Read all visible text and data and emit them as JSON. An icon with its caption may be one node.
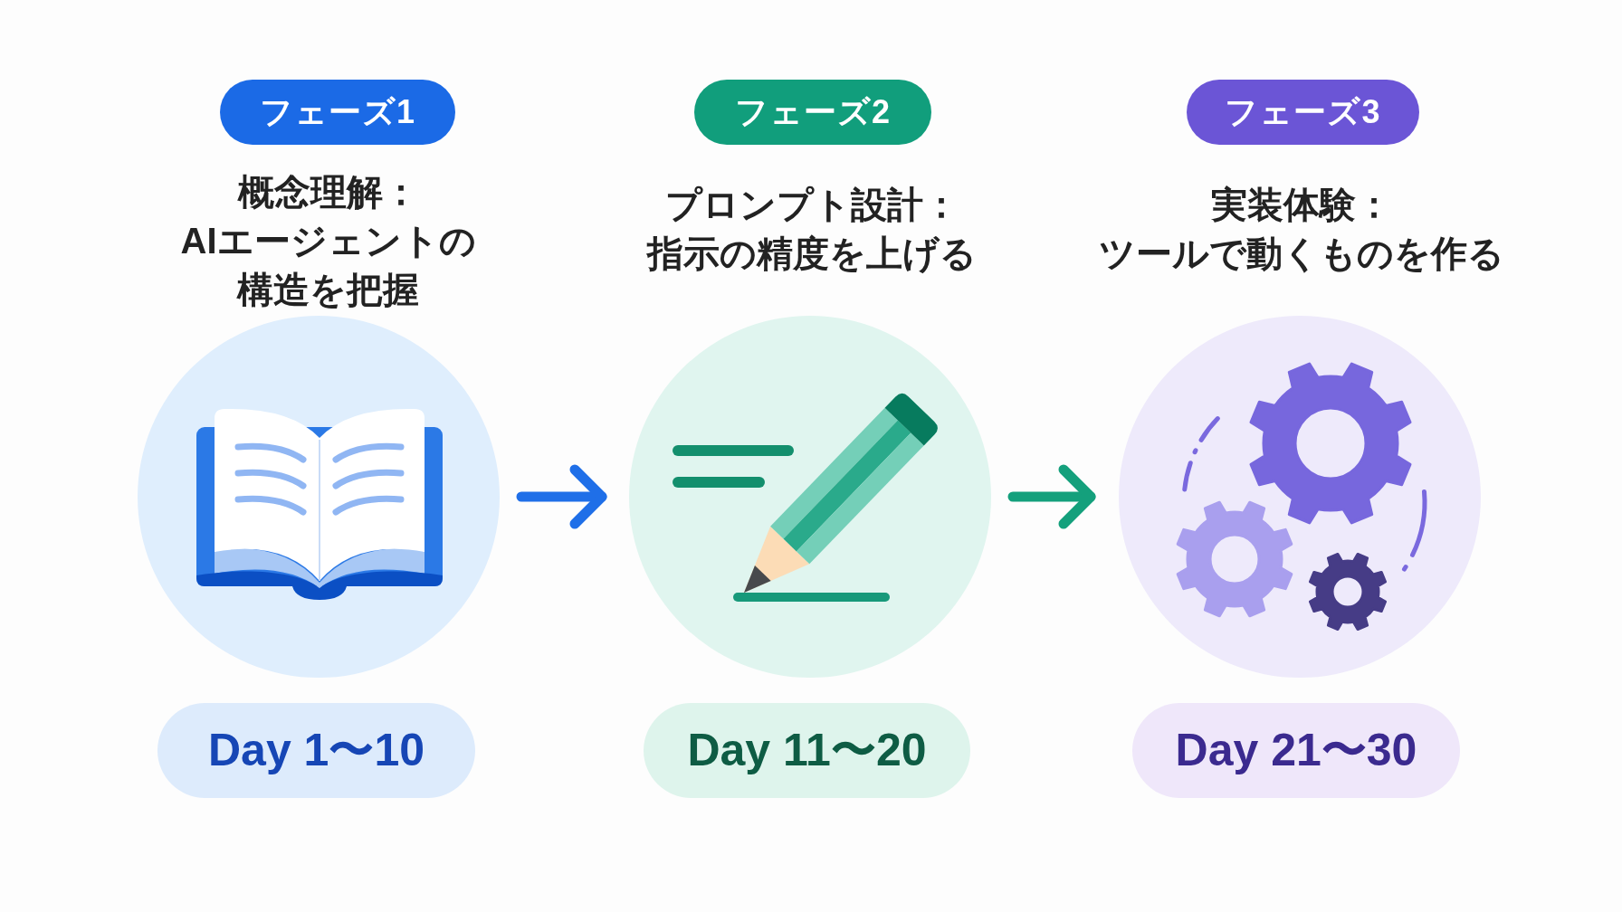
{
  "diagram": {
    "nodes": [
      {
        "text": [
          "フェーズ1"
        ],
        "beside": [
          "概念理解：AIエージェントの構造を把握"
        ]
      },
      {
        "text": [],
        "shape": "circle"
      },
      {
        "text": [
          "Day 1〜10"
        ]
      },
      {
        "text": [
          "フェーズ2"
        ],
        "beside": [
          "プロンプト設計：指示の精度を上げる"
        ]
      },
      {
        "text": [],
        "shape": "circle"
      },
      {
        "text": [
          "Day 11〜20"
        ]
      },
      {
        "text": [
          "フェーズ3"
        ],
        "beside": [
          "実装体験：ツールで動くものを作る"
        ]
      },
      {
        "text": [],
        "shape": "circle"
      },
      {
        "text": [
          "Day 21〜30"
        ]
      }
    ],
    "edges": [
      {
        "from": 1,
        "to": 4,
        "arrow": "to",
        "color": "#1f6fe8"
      },
      {
        "from": 4,
        "to": 7,
        "arrow": "to",
        "color": "#14a07c"
      }
    ]
  }
}
